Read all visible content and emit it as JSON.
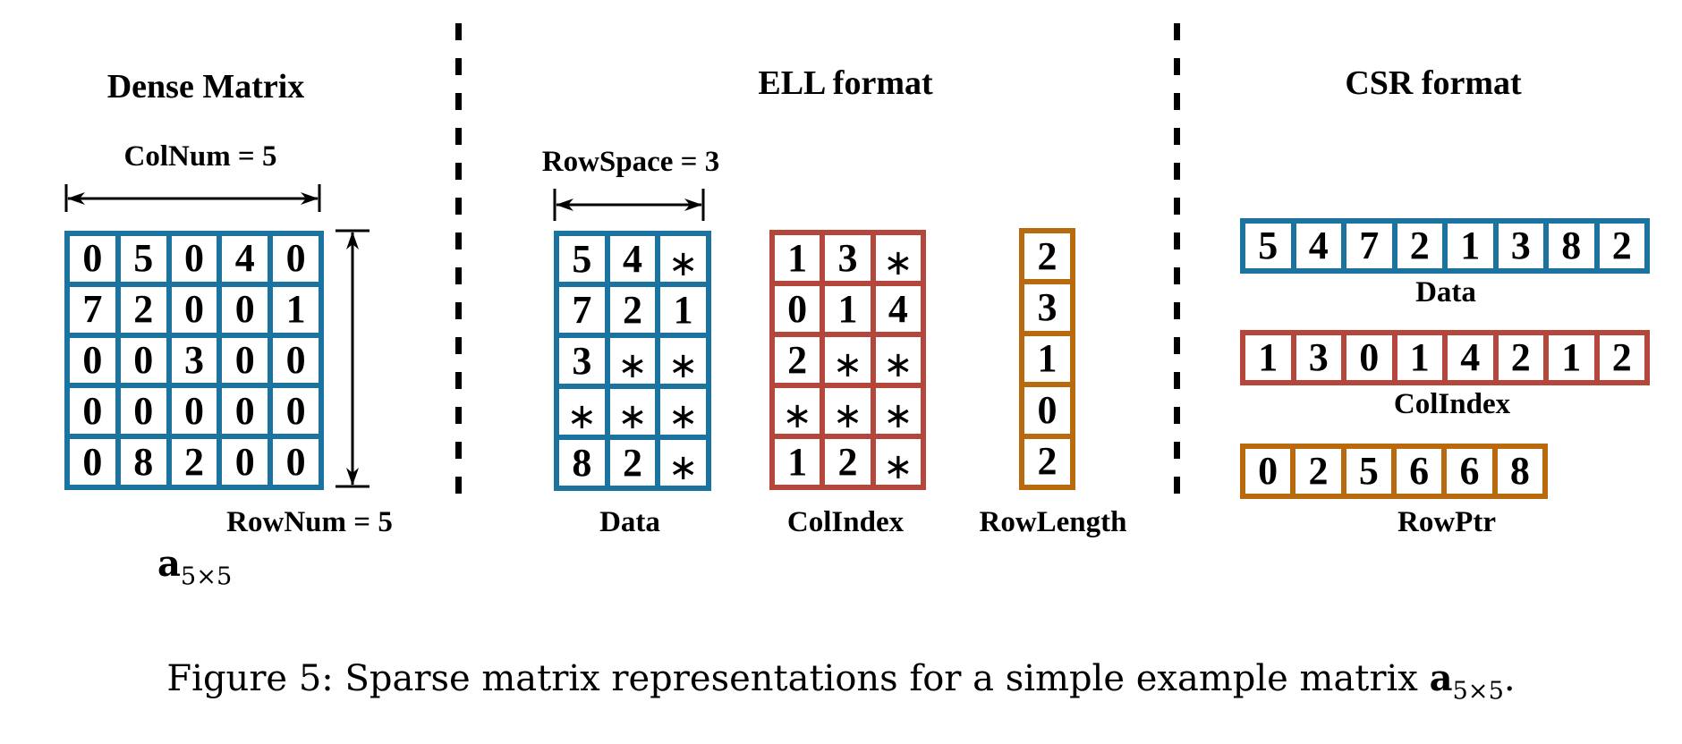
{
  "colors": {
    "data": "#1b74a0",
    "colindex": "#b5463b",
    "rowlength": "#b9690e"
  },
  "dense": {
    "title": "Dense Matrix",
    "colnum_label": "ColNum = 5",
    "rownum_label": "RowNum = 5",
    "matrix_name": "a",
    "matrix_sub": "5×5",
    "values": [
      [
        "0",
        "5",
        "0",
        "4",
        "0"
      ],
      [
        "7",
        "2",
        "0",
        "0",
        "1"
      ],
      [
        "0",
        "0",
        "3",
        "0",
        "0"
      ],
      [
        "0",
        "0",
        "0",
        "0",
        "0"
      ],
      [
        "0",
        "8",
        "2",
        "0",
        "0"
      ]
    ]
  },
  "ell": {
    "title": "ELL format",
    "rowspace_label": "RowSpace = 3",
    "data_label": "Data",
    "colindex_label": "ColIndex",
    "rowlength_label": "RowLength",
    "data": [
      [
        "5",
        "4",
        "*"
      ],
      [
        "7",
        "2",
        "1"
      ],
      [
        "3",
        "*",
        "*"
      ],
      [
        "*",
        "*",
        "*"
      ],
      [
        "8",
        "2",
        "*"
      ]
    ],
    "colindex": [
      [
        "1",
        "3",
        "*"
      ],
      [
        "0",
        "1",
        "4"
      ],
      [
        "2",
        "*",
        "*"
      ],
      [
        "*",
        "*",
        "*"
      ],
      [
        "1",
        "2",
        "*"
      ]
    ],
    "rowlength": [
      [
        "2"
      ],
      [
        "3"
      ],
      [
        "1"
      ],
      [
        "0"
      ],
      [
        "2"
      ]
    ]
  },
  "csr": {
    "title": "CSR format",
    "data_label": "Data",
    "colindex_label": "ColIndex",
    "rowptr_label": "RowPtr",
    "data": [
      [
        "5",
        "4",
        "7",
        "2",
        "1",
        "3",
        "8",
        "2"
      ]
    ],
    "colindex": [
      [
        "1",
        "3",
        "0",
        "1",
        "4",
        "2",
        "1",
        "2"
      ]
    ],
    "rowptr": [
      [
        "0",
        "2",
        "5",
        "6",
        "6",
        "8"
      ]
    ]
  },
  "caption": {
    "prefix": "Figure 5: Sparse matrix representations for a simple example matrix ",
    "var": "a",
    "sub": "5×5",
    "suffix": "."
  }
}
